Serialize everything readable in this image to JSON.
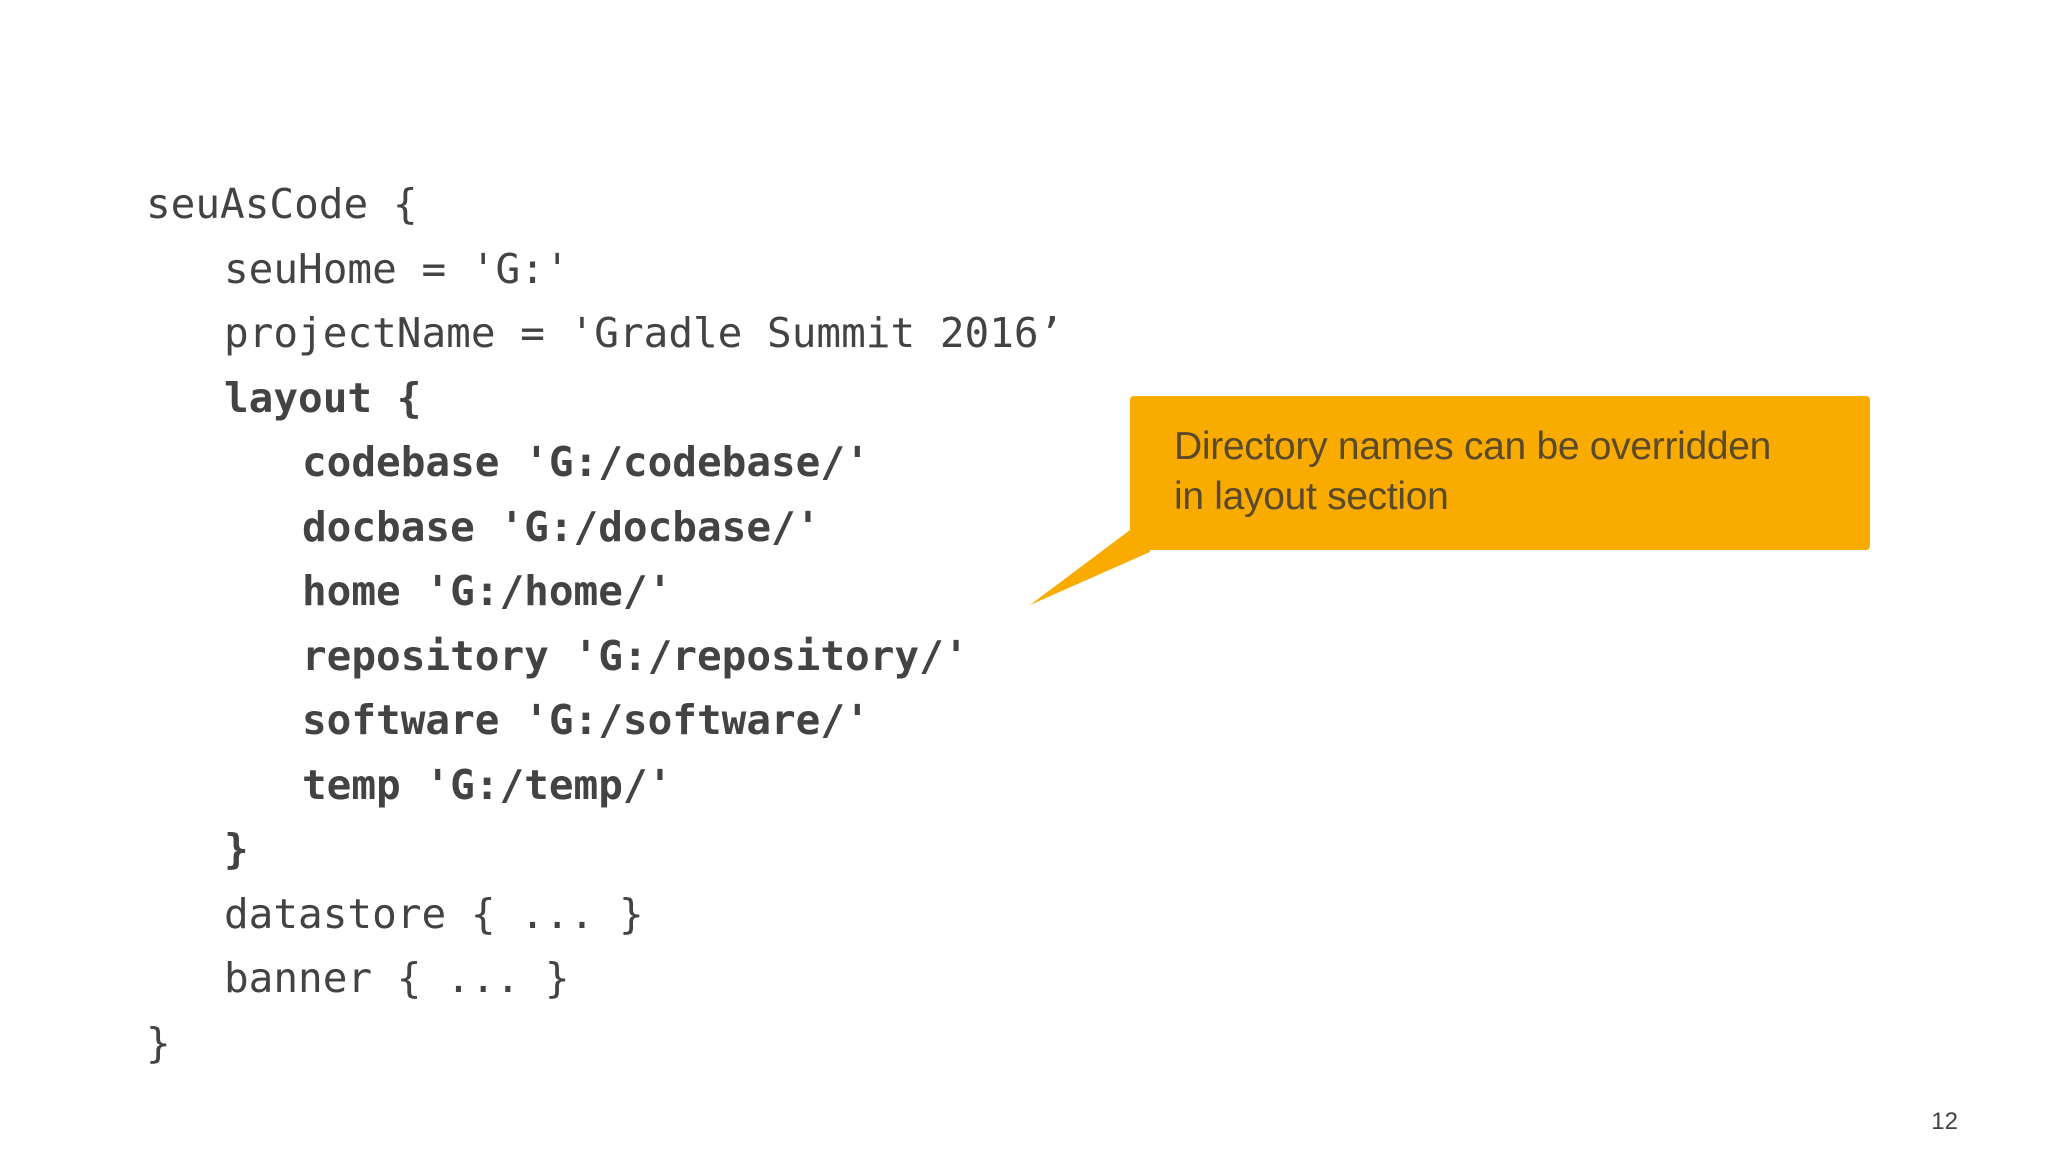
{
  "code": {
    "lines": [
      "seuAsCode {",
      "seuHome = 'G:'",
      "projectName = 'Gradle Summit 2016’",
      "layout {",
      "codebase 'G:/codebase/'",
      "docbase 'G:/docbase/'",
      "home 'G:/home/'",
      "repository 'G:/repository/'",
      "software 'G:/software/'",
      "temp 'G:/temp/'",
      "}",
      "datastore { ... }",
      "banner { ... }",
      "}"
    ]
  },
  "callout": {
    "text_line_1": "Directory names can be overridden",
    "text_line_2": "in layout section",
    "color": "#f9ab00"
  },
  "page_number": "12"
}
